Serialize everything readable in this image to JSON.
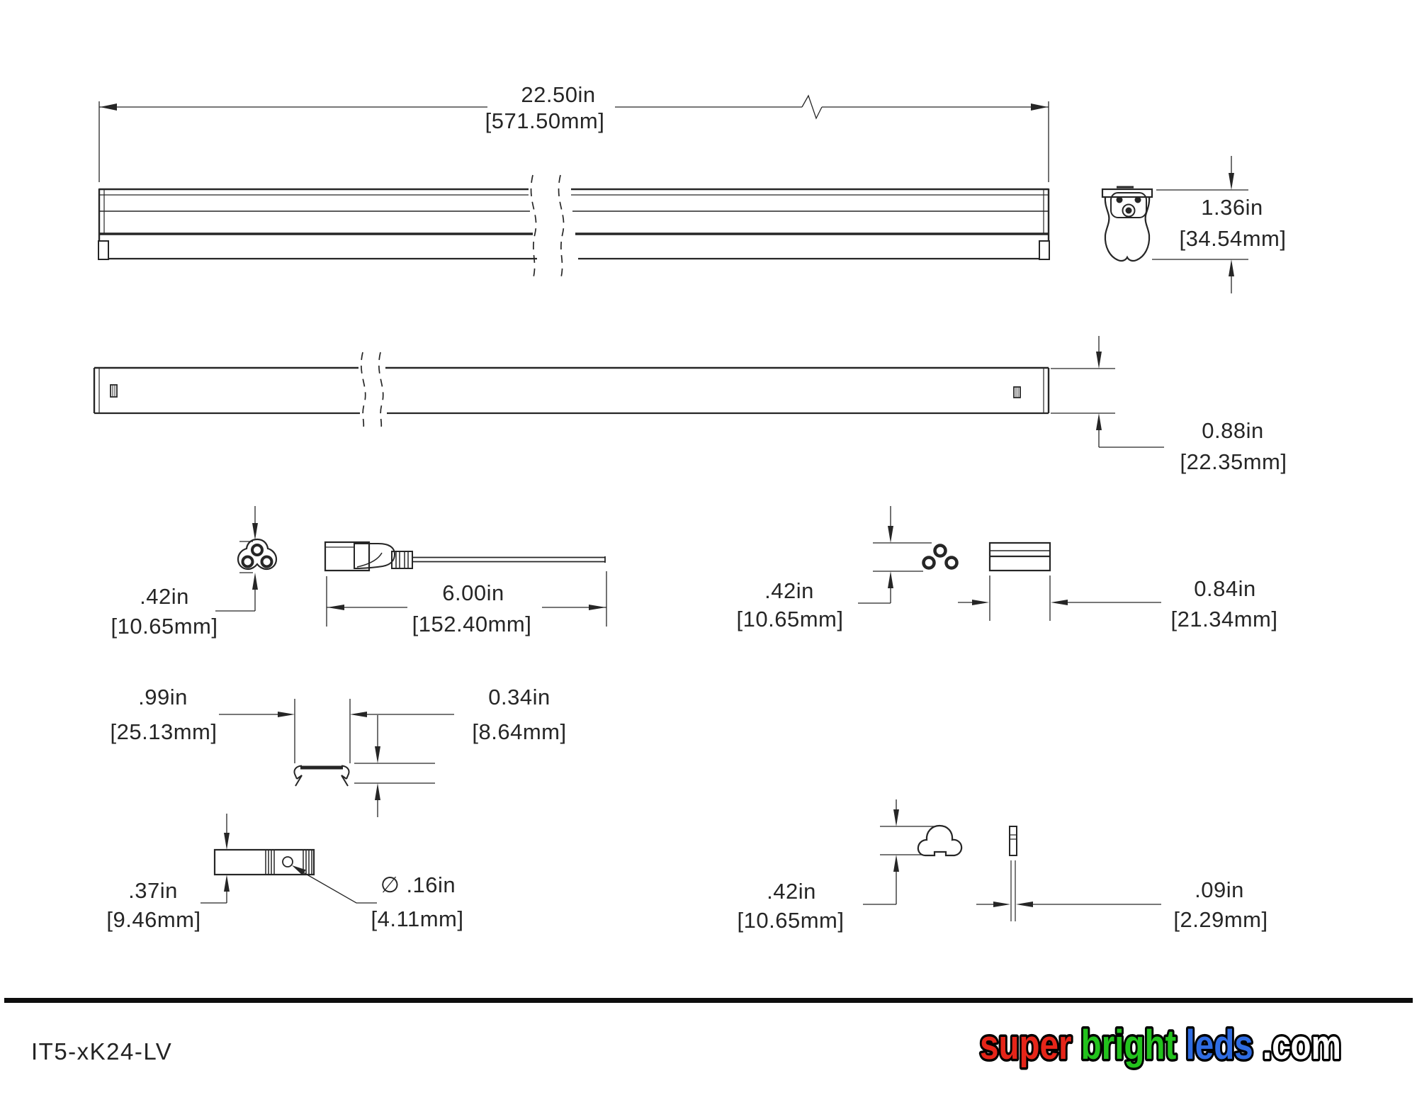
{
  "colors": {
    "line": "#262626",
    "text": "#262626",
    "footer_bar": "#0d0d0d",
    "logo_super": "#e62519",
    "logo_bright": "#23c21d",
    "logo_leds": "#2f6ce2",
    "logo_com": "#ffffff",
    "logo_outline": "#000000"
  },
  "annotations": {
    "overall_length": {
      "in": "22.50in",
      "mm": "[571.50mm]"
    },
    "endcap_height": {
      "in": "1.36in",
      "mm": "[34.54mm]"
    },
    "fixture_depth": {
      "in": "0.88in",
      "mm": "[22.35mm]"
    },
    "connector_face_height": {
      "in": ".42in",
      "mm": "[10.65mm]"
    },
    "cable_length": {
      "in": "6.00in",
      "mm": "[152.40mm]"
    },
    "pin_cluster_height": {
      "in": ".42in",
      "mm": "[10.65mm]"
    },
    "endcap_side_width": {
      "in": "0.84in",
      "mm": "[21.34mm]"
    },
    "channel_width": {
      "in": ".99in",
      "mm": "[25.13mm]"
    },
    "channel_height": {
      "in": "0.34in",
      "mm": "[8.64mm]"
    },
    "clip_height": {
      "in": ".37in",
      "mm": "[9.46mm]"
    },
    "clip_hole_diameter": {
      "in": "∅ .16in",
      "mm": "[4.11mm]"
    },
    "clip_face_height": {
      "in": ".42in",
      "mm": "[10.65mm]"
    },
    "clip_thickness": {
      "in": ".09in",
      "mm": "[2.29mm]"
    }
  },
  "footer": {
    "part_number": "IT5-xK24-LV",
    "logo": {
      "super": "super",
      "bright": "bright",
      "leds": "leds",
      "com": ".com"
    }
  }
}
